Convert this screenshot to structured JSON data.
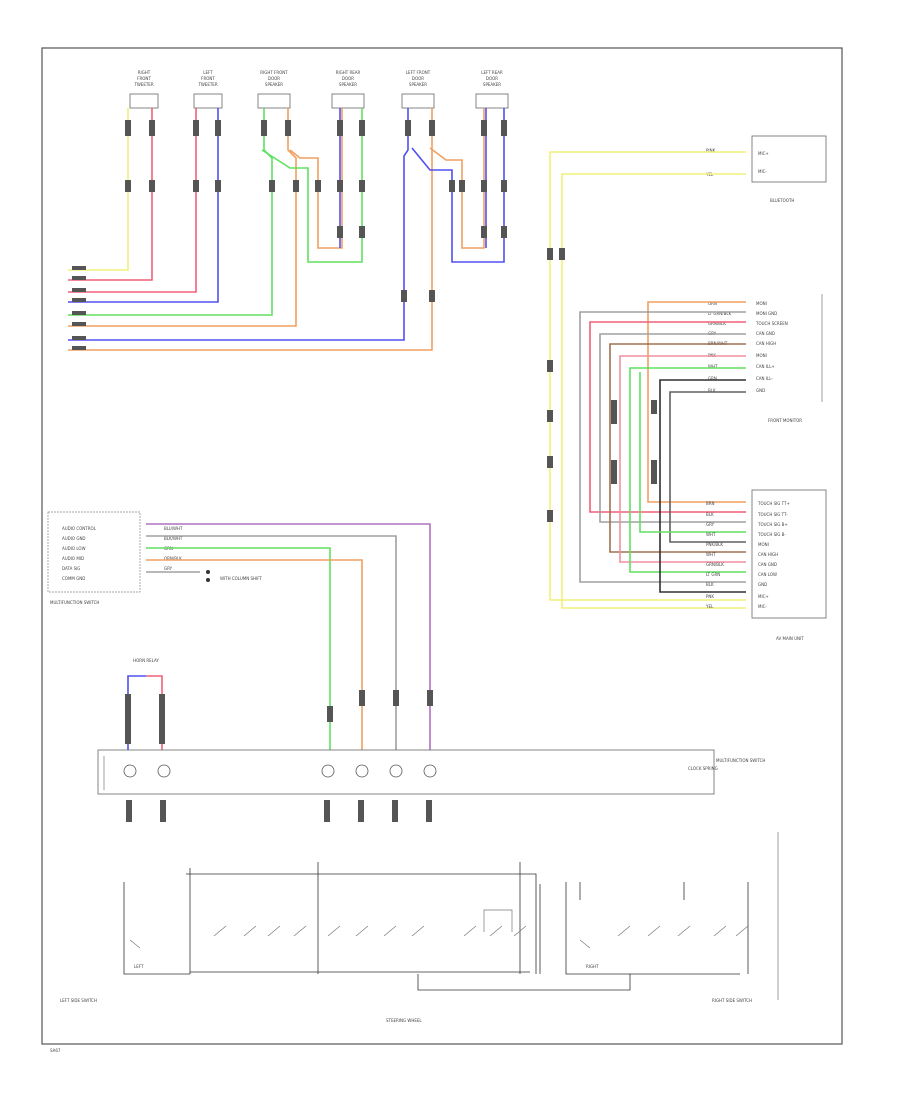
{
  "speakers": [
    {
      "id": "right-front",
      "lines": [
        "RIGHT",
        "FRONT",
        "TWEETER"
      ]
    },
    {
      "id": "left-front",
      "lines": [
        "LEFT",
        "FRONT",
        "TWEETER"
      ]
    },
    {
      "id": "right-front-door",
      "lines": [
        "RIGHT FRONT",
        "DOOR",
        "SPEAKER"
      ]
    },
    {
      "id": "right-rear",
      "lines": [
        "RIGHT REAR",
        "DOOR",
        "SPEAKER"
      ]
    },
    {
      "id": "left-front-door",
      "lines": [
        "LEFT FRONT",
        "DOOR",
        "SPEAKER"
      ]
    },
    {
      "id": "left-rear",
      "lines": [
        "LEFT REAR",
        "DOOR",
        "SPEAKER"
      ]
    }
  ],
  "bluetooth": {
    "label": "BLUETOOTH",
    "pins": [
      "MIC+",
      "MIC-"
    ],
    "wires": [
      "PINK",
      "YEL"
    ]
  },
  "front_monitor": {
    "label": "FRONT MONITOR",
    "pins": [
      "MONI",
      "MONI GND",
      "TOUCH SCREEN",
      "CAN GND",
      "CAN HIGH",
      "MONI",
      "CAN ILL+",
      "CAN ILL-",
      "GND"
    ],
    "wires": [
      "ORN",
      "LT GRN/BLK",
      "GRN/BLK",
      "GRY",
      "BRN/WHT",
      "PNK",
      "WHT",
      "GRN",
      "BLK"
    ]
  },
  "av_unit": {
    "label": "AV MAIN UNIT",
    "pins": [
      "TOUCH SIG TT+",
      "TOUCH SIG TT-",
      "TOUCH SIG B+",
      "TOUCH SIG B-",
      "MONI",
      "CAN HIGH",
      "CAN GND",
      "CAN LOW",
      "GND",
      "MIC+",
      "MIC-"
    ],
    "wires": [
      "BRN",
      "BLK",
      "GRY",
      "WHT",
      "PNK/BLK",
      "WHT",
      "GRN/BLK",
      "LT GRN",
      "BLK",
      "PNK",
      "YEL"
    ]
  },
  "steering_switch": {
    "label": "MULTIFUNCTION SWITCH",
    "pins": [
      "AUDIO CONTROL",
      "AUDIO GND",
      "AUDIO LOW",
      "AUDIO MID",
      "DATA SIG",
      "COMM GND"
    ],
    "wires": [
      "BLU/WHT",
      "BLK/WHT",
      "GRN",
      "ORN/BLK",
      "GRY"
    ],
    "note": "WITH COLUMN SHIFT"
  },
  "horn": {
    "label": "HORN RELAY"
  },
  "clock_spring": {
    "label": "MULTIFUNCTION SWITCH",
    "sublabel": "CLOCK SPRING"
  },
  "left_switch": {
    "label": "LEFT SIDE SWITCH"
  },
  "right_switch": {
    "label": "RIGHT SIDE SWITCH"
  },
  "steering_label": "STEERING WHEEL",
  "page_ref": "SA67",
  "colors": {
    "yellow": "#f0f078",
    "red": "#f06078",
    "pink": "#f090a0",
    "blue": "#5050f0",
    "green": "#60e060",
    "orange": "#f0a060",
    "purple": "#b070c0",
    "gray": "#a0a0a0",
    "dkgray": "#606060",
    "brown": "#a07050",
    "black": "#303030"
  }
}
